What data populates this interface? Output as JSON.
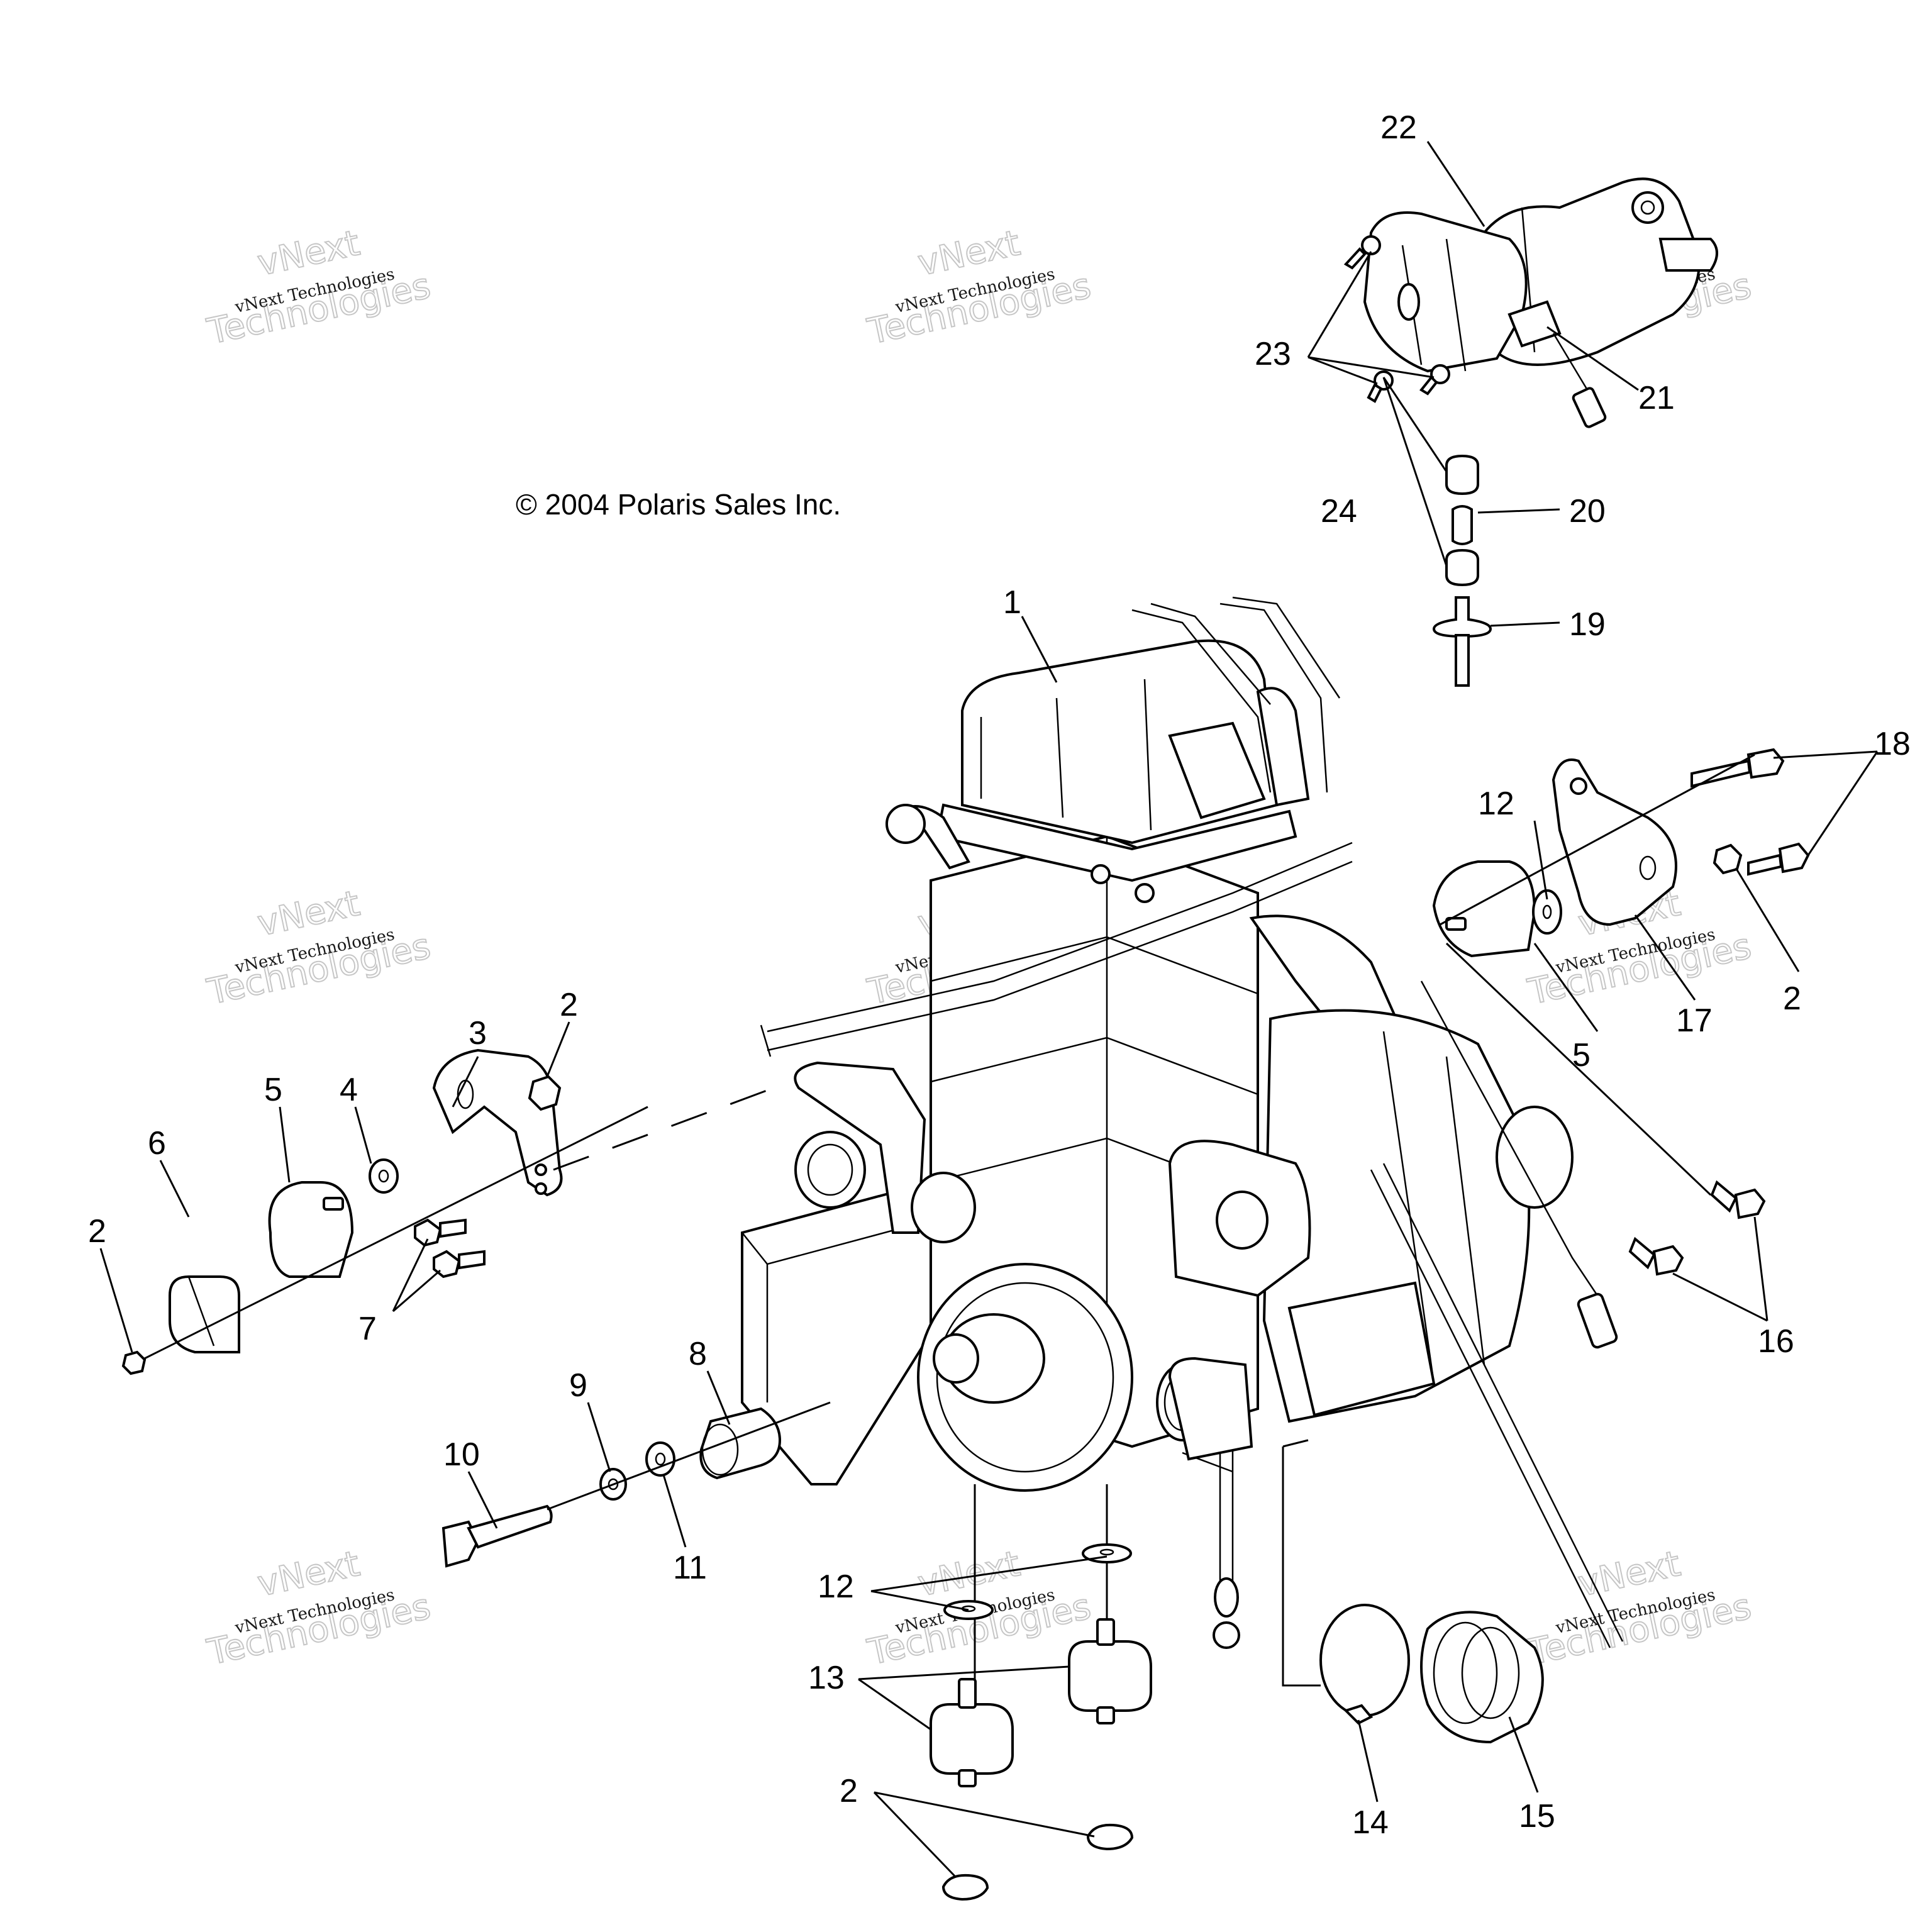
{
  "copyright": "© 2004 Polaris Sales Inc.",
  "watermark": {
    "line1": "vNext Technologies",
    "line2": "Technologies",
    "line3": "vNext"
  },
  "callouts": {
    "c1": "1",
    "c2a": "2",
    "c2b": "2",
    "c2c": "2",
    "c2d": "2",
    "c3": "3",
    "c4": "4",
    "c5a": "5",
    "c5b": "5",
    "c6": "6",
    "c7": "7",
    "c8": "8",
    "c9": "9",
    "c10": "10",
    "c11": "11",
    "c12a": "12",
    "c12b": "12",
    "c13": "13",
    "c14": "14",
    "c15": "15",
    "c16": "16",
    "c17": "17",
    "c18": "18",
    "c19": "19",
    "c20": "20",
    "c21": "21",
    "c22": "22",
    "c23": "23",
    "c24": "24"
  }
}
